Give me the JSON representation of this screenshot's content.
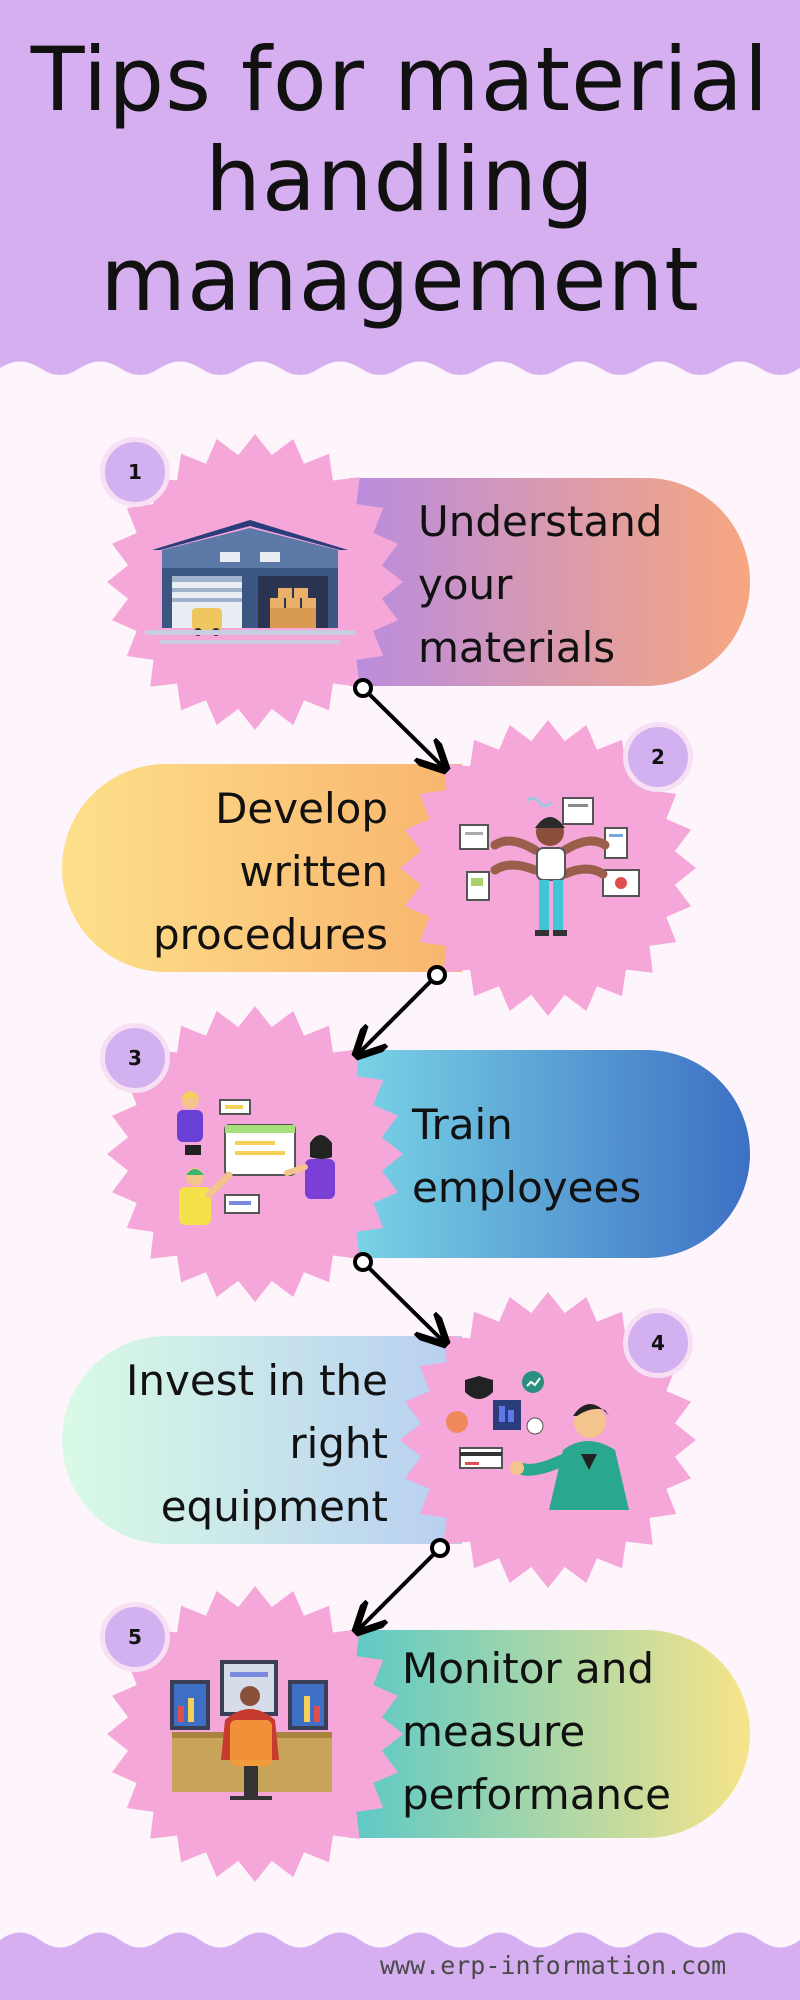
{
  "header": {
    "title_lines": [
      "Tips for material",
      "handling",
      "management"
    ],
    "bg_color": "#d5afef"
  },
  "steps": [
    {
      "number": "1",
      "lines": [
        "Understand",
        "your",
        "materials"
      ],
      "icon": "warehouse-icon"
    },
    {
      "number": "2",
      "lines": [
        "Develop",
        "written",
        "procedures"
      ],
      "icon": "multitasking-person-icon"
    },
    {
      "number": "3",
      "lines": [
        "Train",
        "employees"
      ],
      "icon": "team-training-icon"
    },
    {
      "number": "4",
      "lines": [
        "Invest in the",
        "right",
        "equipment"
      ],
      "icon": "finance-tech-person-icon"
    },
    {
      "number": "5",
      "lines": [
        "Monitor and",
        "measure",
        "performance"
      ],
      "icon": "monitoring-desk-icon"
    }
  ],
  "colors": {
    "burst": "#f4a7d8",
    "badge": "#d3b0f0",
    "page_bg": "#fdf5fb"
  },
  "footer": {
    "url": "www.erp-information.com"
  }
}
